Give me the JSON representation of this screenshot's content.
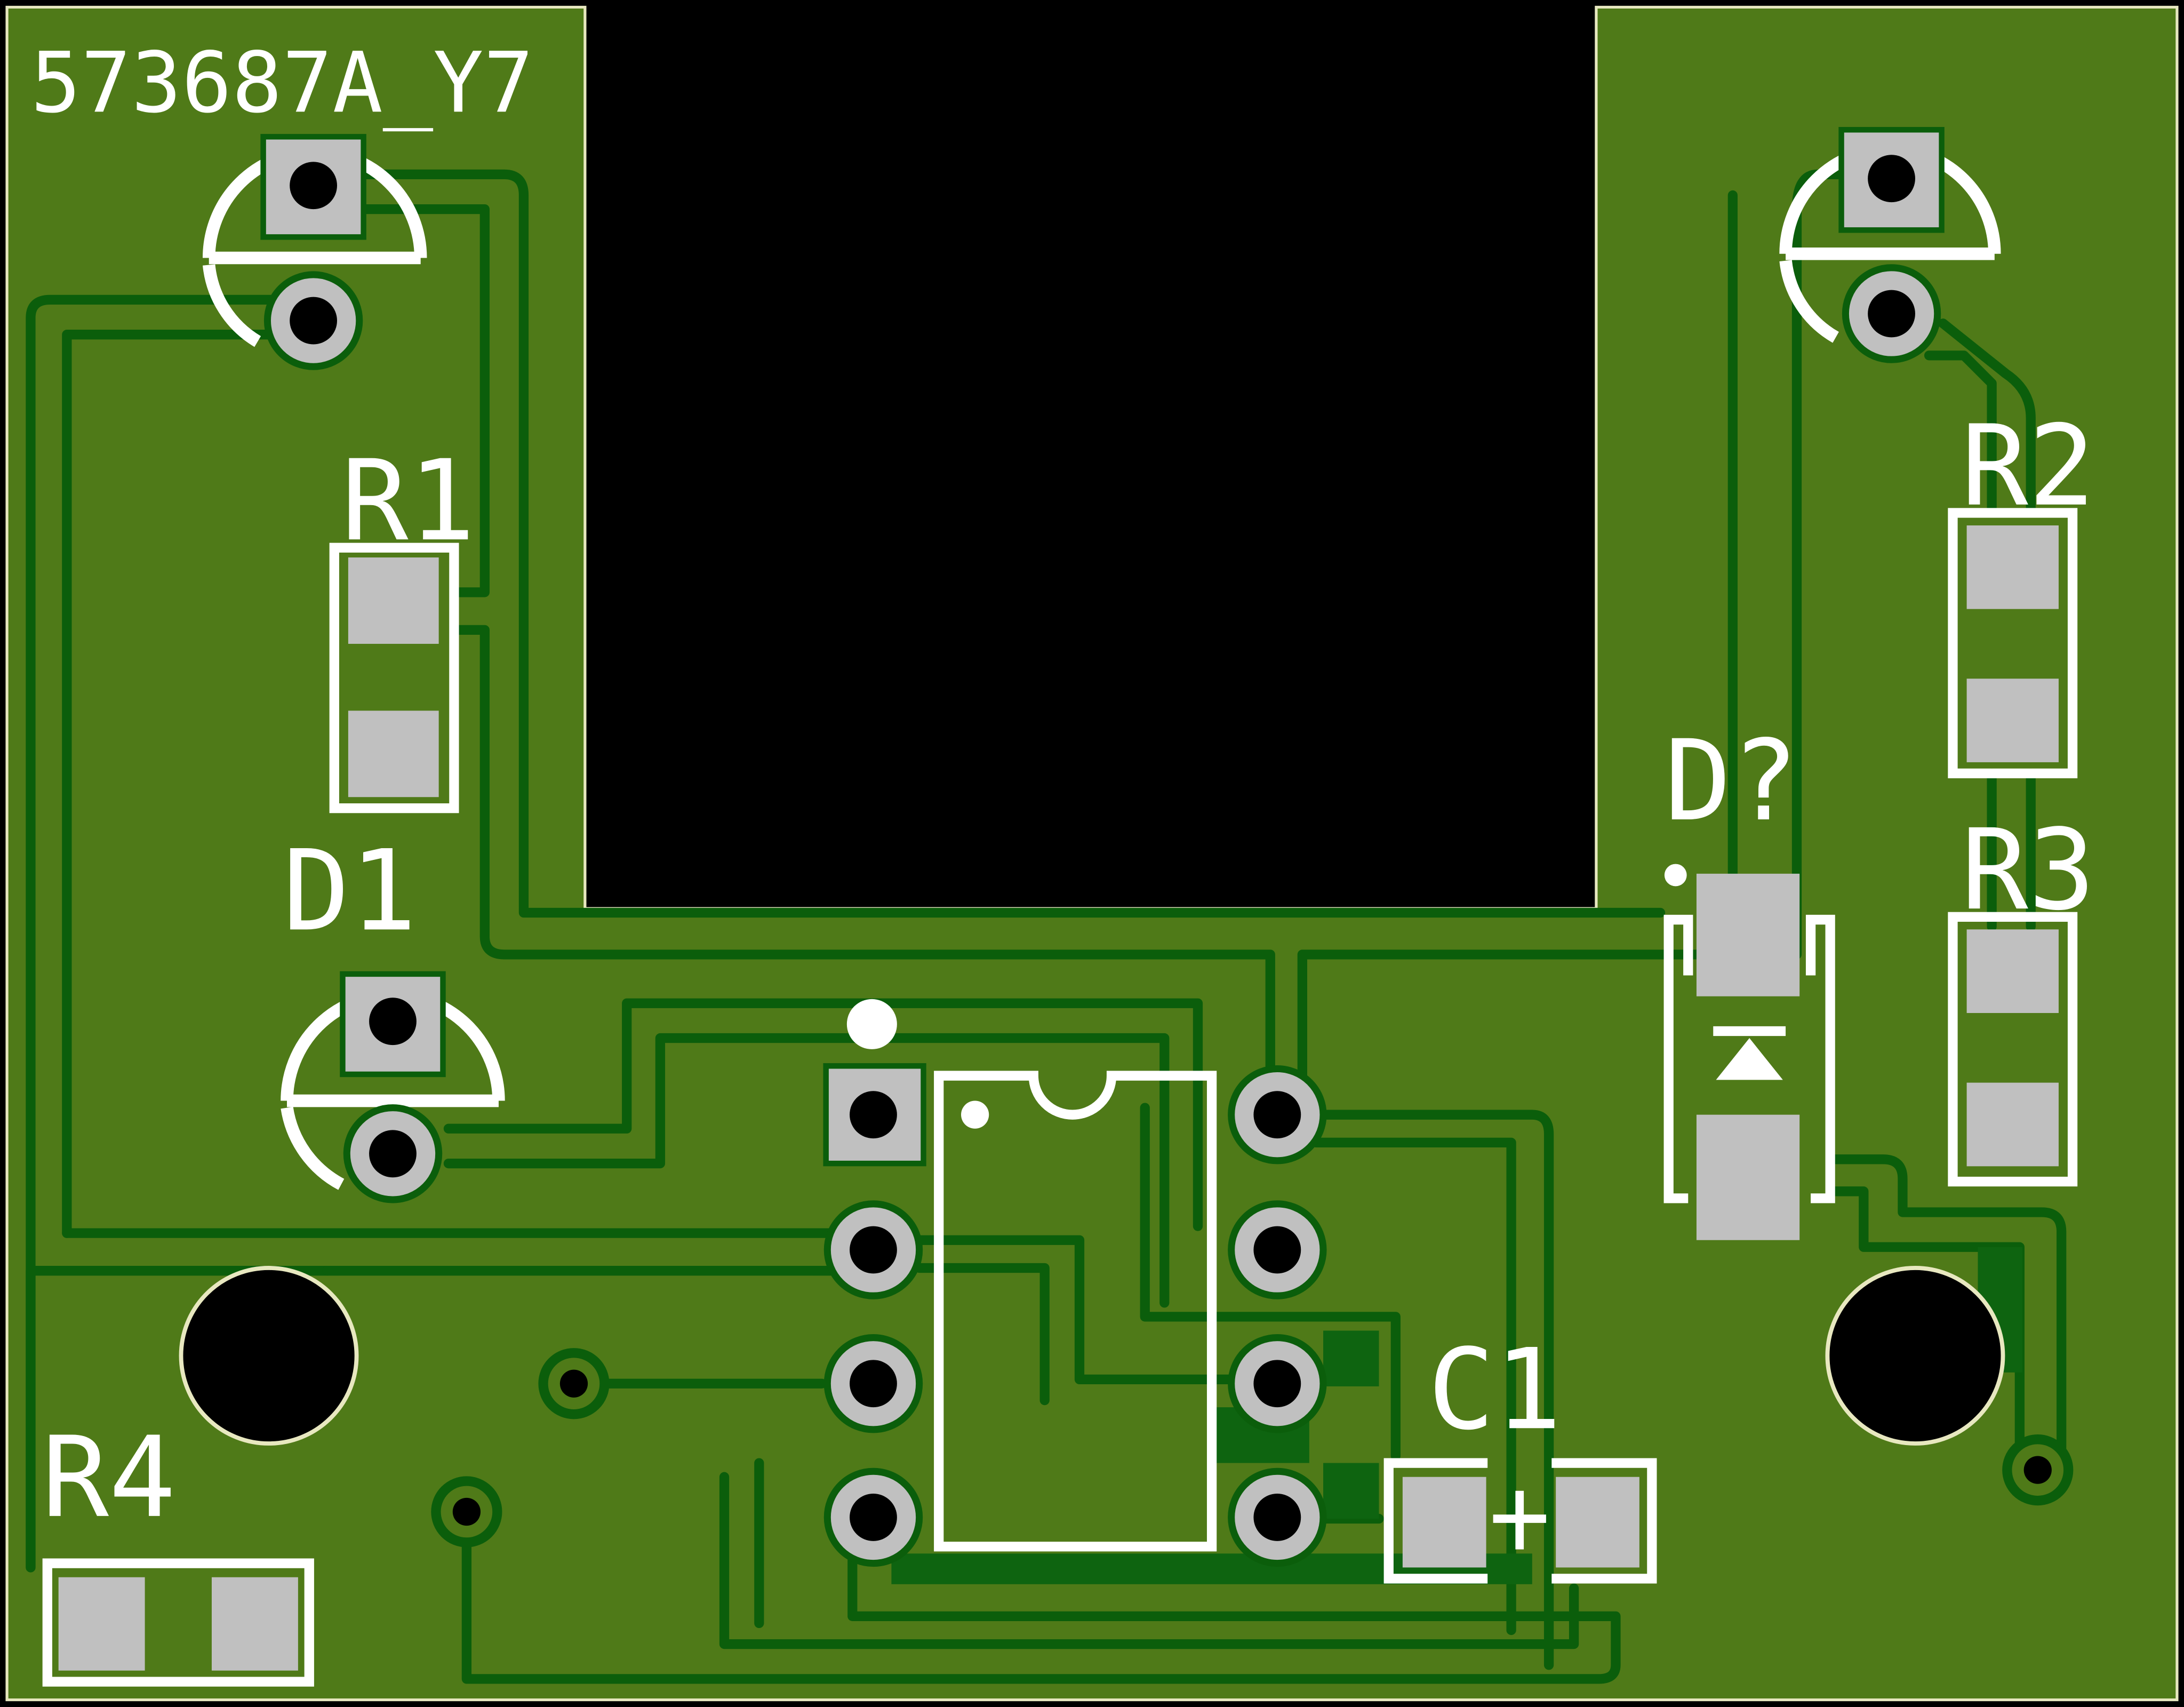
{
  "board": {
    "id_label": "573687A_Y7"
  },
  "components": {
    "r1": "R1",
    "r2": "R2",
    "r3": "R3",
    "r4": "R4",
    "d1": "D1",
    "d2": "D?",
    "c1": "C1"
  },
  "colors": {
    "board_fill": "#4f7a18",
    "trace_outline": "#0b5e0b",
    "pad": "#c0c0c0",
    "drill": "#000000",
    "silkscreen": "#ffffff",
    "edge_cut": "#e8e8c0"
  }
}
